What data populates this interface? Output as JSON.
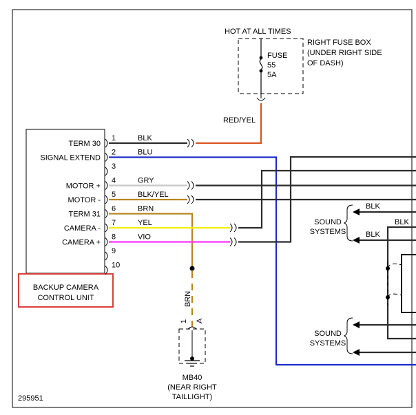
{
  "diagram": {
    "fuse_header": "HOT AT ALL TIMES",
    "fuse_box_label": [
      "RIGHT FUSE BOX",
      "(UNDER RIGHT SIDE",
      "OF DASH)"
    ],
    "fuse_label": [
      "FUSE",
      "55",
      "5A"
    ],
    "feed_wire_color": "RED/YEL",
    "module": {
      "name": [
        "BACKUP CAMERA",
        "CONTROL UNIT"
      ],
      "pins": [
        {
          "num": "1",
          "label": "TERM 30",
          "wire": "BLK"
        },
        {
          "num": "2",
          "label": "SIGNAL EXTEND",
          "wire": "BLU"
        },
        {
          "num": "3",
          "label": "",
          "wire": ""
        },
        {
          "num": "4",
          "label": "MOTOR +",
          "wire": "GRY"
        },
        {
          "num": "5",
          "label": "MOTOR -",
          "wire": "BLK/YEL"
        },
        {
          "num": "6",
          "label": "TERM 31",
          "wire": "BRN"
        },
        {
          "num": "7",
          "label": "CAMERA -",
          "wire": "YEL"
        },
        {
          "num": "8",
          "label": "CAMERA +",
          "wire": "VIO"
        },
        {
          "num": "9",
          "label": "",
          "wire": ""
        },
        {
          "num": "10",
          "label": "",
          "wire": ""
        }
      ]
    },
    "ground_wire": "BRN",
    "ground_connector": {
      "pin": "1",
      "letter": "A"
    },
    "ground_label": [
      "MB40",
      "(NEAR RIGHT",
      "TAILLIGHT)"
    ],
    "sound_systems_top": {
      "label": [
        "SOUND",
        "SYSTEMS"
      ],
      "wires": [
        "BLK",
        "BLK"
      ],
      "extra_wire": "BLK"
    },
    "sound_systems_bottom": {
      "label": [
        "SOUND",
        "SYSTEMS"
      ]
    },
    "figure_id": "295951",
    "colors": {
      "blk": "#2b2b2b",
      "red_yel": "#d9531e",
      "blu": "#1c2ccc",
      "gry": "#c8c8c8",
      "yel": "#f2f000",
      "vio": "#ff33ff",
      "brn": "#b8861e",
      "highlight": "#d9403a"
    }
  }
}
